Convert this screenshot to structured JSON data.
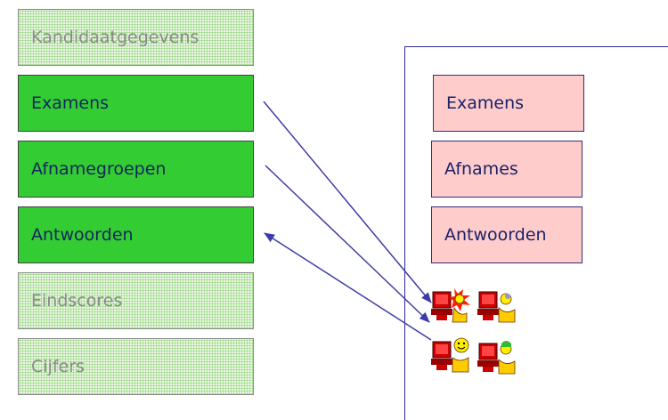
{
  "left_column": [
    {
      "label": "Kandidaatgegevens",
      "style": "dotted"
    },
    {
      "label": "Examens",
      "style": "green"
    },
    {
      "label": "Afnamegroepen",
      "style": "green"
    },
    {
      "label": "Antwoorden",
      "style": "green"
    },
    {
      "label": "Eindscores",
      "style": "dotted"
    },
    {
      "label": "Cijfers",
      "style": "dotted"
    }
  ],
  "right_panel": {
    "items": [
      "Examens",
      "Afnames",
      "Antwoorden"
    ]
  },
  "icons": [
    "computer-user-angry-icon",
    "computer-user-icon",
    "computer-user-happy-icon",
    "computer-user-icon"
  ],
  "colors": {
    "green": "#33cc33",
    "pink": "#ffcccc",
    "arrow": "#3c3ca8",
    "panel_border": "#2e2a8f"
  }
}
